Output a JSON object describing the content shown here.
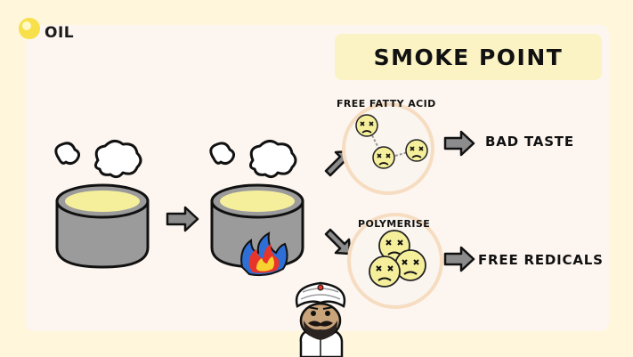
{
  "logo": {
    "label": "OIL",
    "icon": "oil-drop-icon",
    "color": "#f7e04a"
  },
  "title": "SMOKE POINT",
  "steps": {
    "free_fatty_acid": "FREE FATTY ACID",
    "bad_taste": "BAD TASTE",
    "polymerise": "POLYMERISE",
    "free_radicals": "FREE REDICALS"
  },
  "colors": {
    "background": "#fff6dc",
    "panel": "#fdf6f0",
    "title_bg": "#fbf3c4",
    "oil": "#f5ef9c",
    "pot": "#9b9b9b",
    "arrow": "#8c8c8c",
    "circle_ring": "#f6dcc0",
    "flame_outer": "#2d6fd6",
    "flame_mid": "#e8352b",
    "flame_inner": "#f7d230"
  }
}
